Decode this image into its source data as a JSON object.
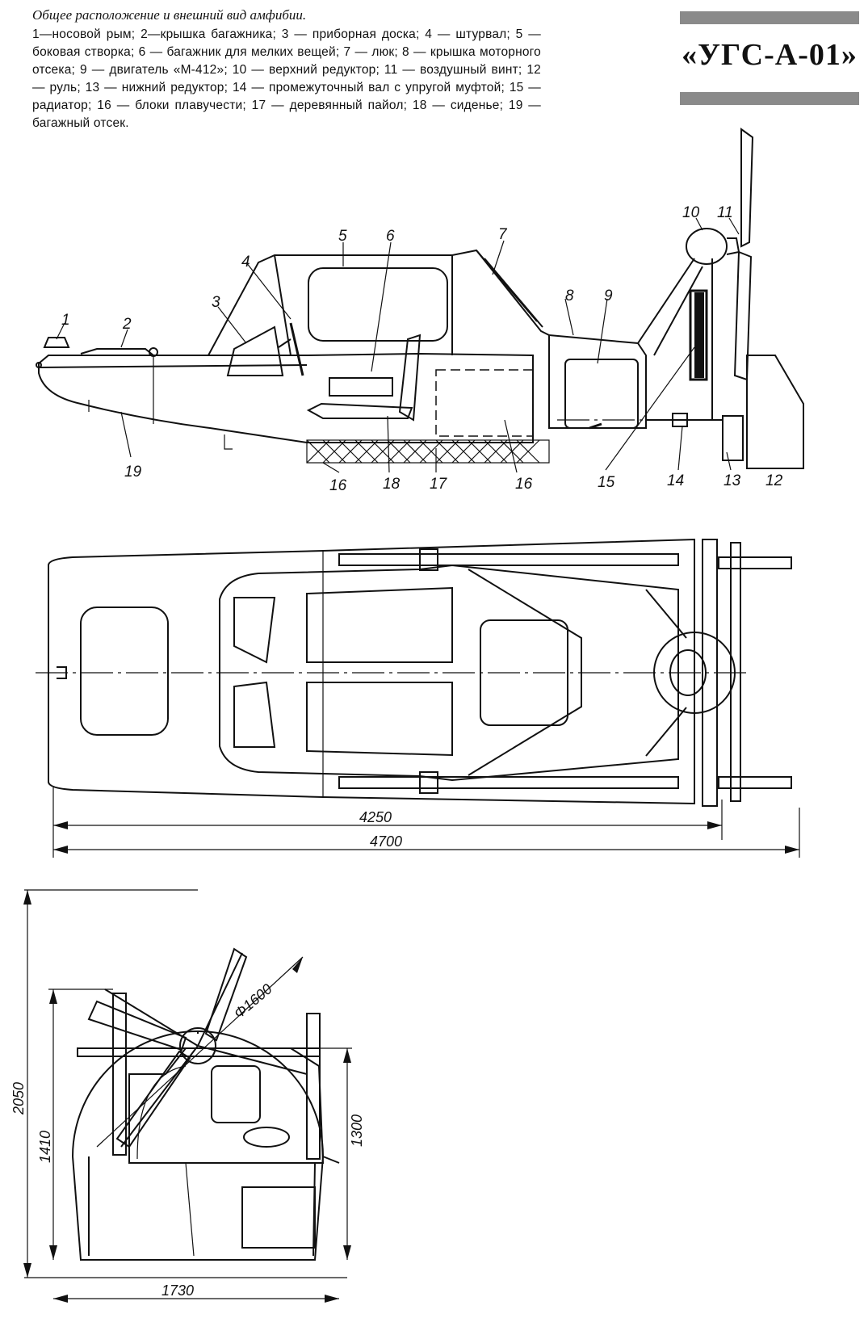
{
  "caption": {
    "title": "Общее расположение и внешний вид амфибии.",
    "body": "1—носовой рым; 2—крышка багажника; 3 — приборная доска; 4 — штурвал; 5 — боковая створка; 6 — багажник для мелких вещей; 7 — люк; 8 — крышка моторного отсека; 9 — двигатель «М-412»; 10 — верхний редуктор; 11 — воздушный винт; 12 — руль; 13 — нижний редуктор; 14 — промежуточный вал с упругой муфтой; 15 — радиатор; 16 — блоки плавучести; 17 — деревянный пайол; 18 — сиденье; 19 — багажный отсек."
  },
  "model_name": "«УГС-А-01»",
  "side_view_labels": [
    "1",
    "2",
    "3",
    "4",
    "5",
    "6",
    "7",
    "8",
    "9",
    "10",
    "11",
    "12",
    "13",
    "14",
    "15",
    "16",
    "16",
    "17",
    "18",
    "19"
  ],
  "plan_view": {
    "dim_4250": "4250",
    "dim_4700": "4700"
  },
  "front_view": {
    "dim_2050": "2050",
    "dim_1410": "1410",
    "dim_1300": "1300",
    "dim_1730": "1730",
    "dim_prop": "Φ1600"
  },
  "colors": {
    "ink": "#111111",
    "bar": "#8a8a8a",
    "paper": "#ffffff"
  }
}
